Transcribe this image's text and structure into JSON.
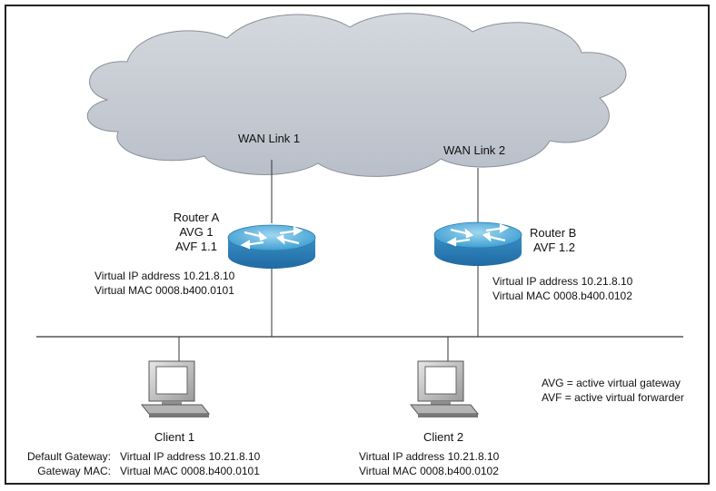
{
  "wan": {
    "link1": "WAN Link 1",
    "link2": "WAN Link 2"
  },
  "router_a": {
    "name": "Router A",
    "role1": "AVG 1",
    "role2": "AVF 1.1",
    "vip": "Virtual IP address 10.21.8.10",
    "vmac": "Virtual MAC 0008.b400.0101"
  },
  "router_b": {
    "name": "Router B",
    "role": "AVF 1.2",
    "vip": "Virtual IP address 10.21.8.10",
    "vmac": "Virtual MAC 0008.b400.0102"
  },
  "legend": {
    "avg": "AVG = active virtual gateway",
    "avf": "AVF = active virtual forwarder"
  },
  "client1": {
    "name": "Client 1",
    "gw_label": "Default Gateway:",
    "mac_label": "Gateway MAC:",
    "vip": "Virtual IP address 10.21.8.10",
    "vmac": "Virtual MAC 0008.b400.0101"
  },
  "client2": {
    "name": "Client 2",
    "vip": "Virtual IP address 10.21.8.10",
    "vmac": "Virtual MAC 0008.b400.0102"
  },
  "colors": {
    "cloud_fill": "#c5cad3",
    "router_top": "#5fb3db",
    "router_body": "#2f7fb8",
    "line": "#333333",
    "frame": "#222222"
  }
}
